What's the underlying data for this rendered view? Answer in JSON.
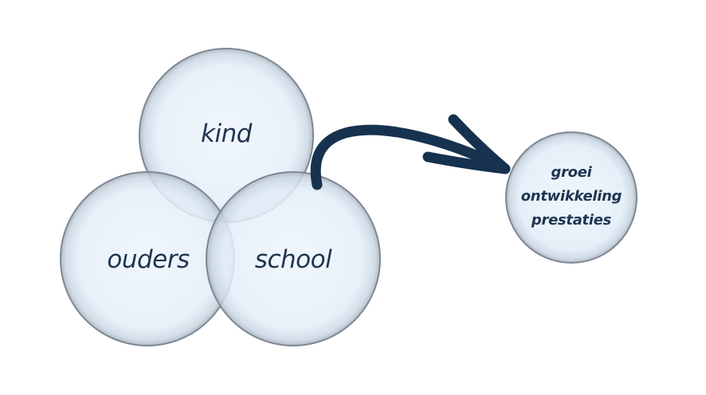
{
  "circles": {
    "kind": "kind",
    "ouders": "ouders",
    "school": "school"
  },
  "outcome": {
    "line1": "groei",
    "line2": "ontwikkeling",
    "line3": "prestaties"
  },
  "colors": {
    "circle_fill": "#e6f0f9",
    "circle_stroke": "#7e8893",
    "text": "#1f3550",
    "arrow": "#16324e"
  }
}
